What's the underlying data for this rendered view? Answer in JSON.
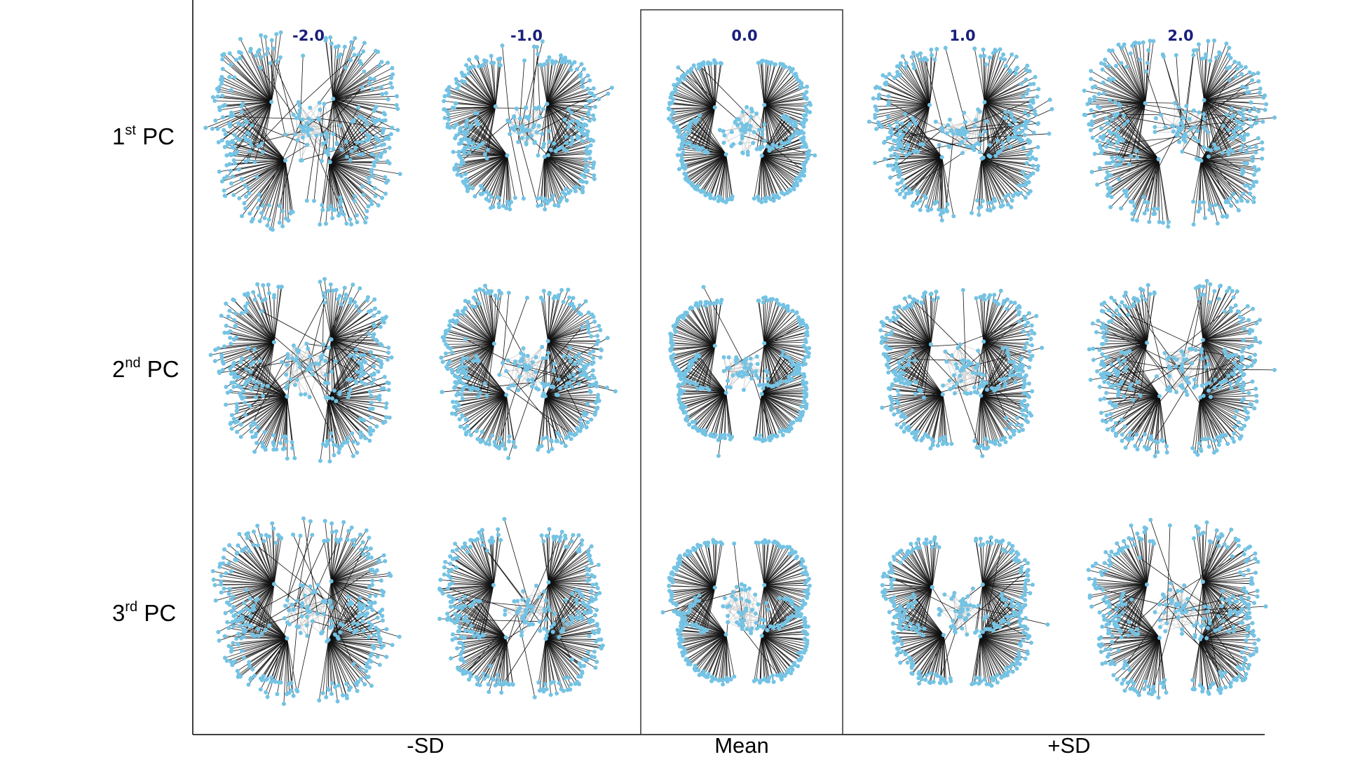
{
  "column_headers": [
    "-2.0",
    "-1.0",
    "0.0",
    "1.0",
    "2.0"
  ],
  "row_labels": [
    {
      "base": "1",
      "sup": "st",
      "suffix": " PC"
    },
    {
      "base": "2",
      "sup": "nd",
      "suffix": " PC"
    },
    {
      "base": "3",
      "sup": "rd",
      "suffix": " PC"
    }
  ],
  "bottom_labels": {
    "left": "-SD",
    "center": "Mean",
    "right": "+SD"
  },
  "colors": {
    "node": "#74c3e4",
    "edge_dark": "#111111",
    "edge_light": "#bdbdbd",
    "header_text": "#1a1f7a",
    "frame": "#000000"
  },
  "network_cells": [
    {
      "row": 0,
      "col": 0,
      "spread": 1.1,
      "jitter": 0.7
    },
    {
      "row": 0,
      "col": 1,
      "spread": 0.92,
      "jitter": 0.35
    },
    {
      "row": 0,
      "col": 2,
      "spread": 0.88,
      "jitter": 0.1
    },
    {
      "row": 0,
      "col": 3,
      "spread": 0.98,
      "jitter": 0.45
    },
    {
      "row": 0,
      "col": 4,
      "spread": 1.05,
      "jitter": 0.65
    },
    {
      "row": 1,
      "col": 0,
      "spread": 1.02,
      "jitter": 0.6
    },
    {
      "row": 1,
      "col": 1,
      "spread": 0.96,
      "jitter": 0.35
    },
    {
      "row": 1,
      "col": 2,
      "spread": 0.88,
      "jitter": 0.1
    },
    {
      "row": 1,
      "col": 3,
      "spread": 0.94,
      "jitter": 0.3
    },
    {
      "row": 1,
      "col": 4,
      "spread": 1.0,
      "jitter": 0.5
    },
    {
      "row": 2,
      "col": 0,
      "spread": 1.02,
      "jitter": 0.55
    },
    {
      "row": 2,
      "col": 1,
      "spread": 0.98,
      "jitter": 0.4
    },
    {
      "row": 2,
      "col": 2,
      "spread": 0.88,
      "jitter": 0.1
    },
    {
      "row": 2,
      "col": 3,
      "spread": 0.9,
      "jitter": 0.25
    },
    {
      "row": 2,
      "col": 4,
      "spread": 1.0,
      "jitter": 0.5
    }
  ]
}
